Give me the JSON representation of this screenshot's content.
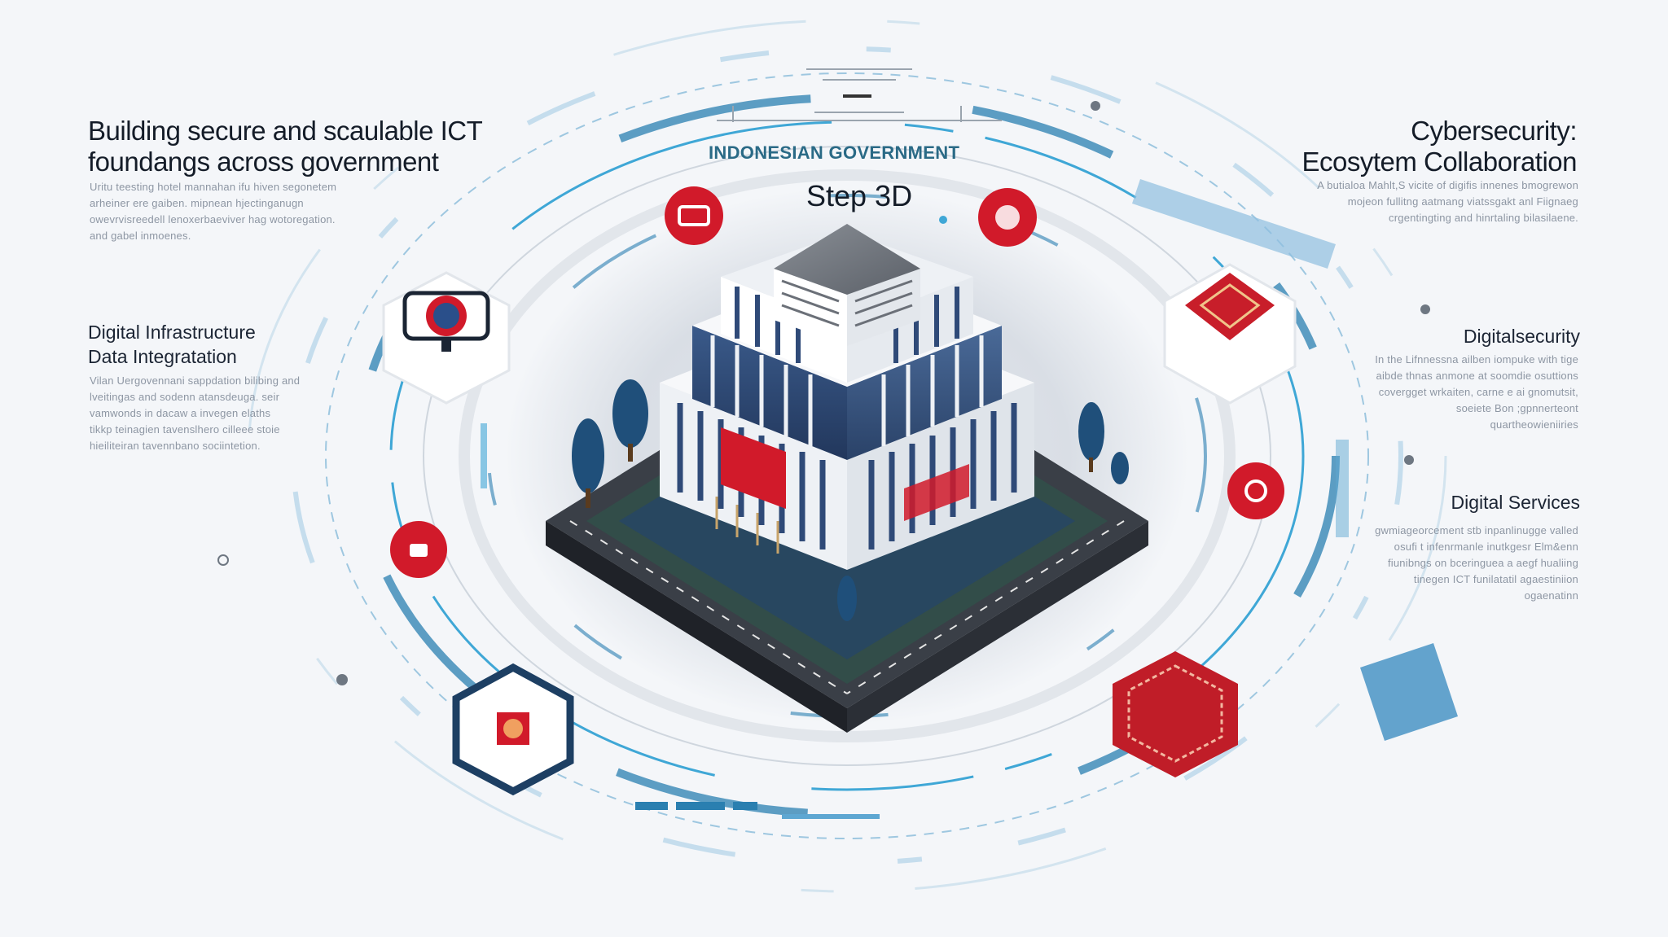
{
  "header": {
    "kicker": "INDONESIAN GOVERNMENT",
    "step": "Step 3D"
  },
  "left": {
    "headline_1": "Building secure and scaulable ICT",
    "headline_2": "foundangs across government",
    "intro_lines": [
      "Uritu teesting hotel mannahan ifu hiven segonetem",
      "arheiner ere gaiben. mipnean hjectinganugn",
      "owevrvisreedell lenoxerbaeviver hag wotoregation.",
      "and gabel inmoenes."
    ],
    "section_title_1": "Digital Infrastructure",
    "section_title_2": "Data Integratation",
    "section_lines": [
      "Vilan Uergovennani sappdation bilibing and",
      "lveitingas and sodenn atansdeuga. seir",
      "vamwonds in dacaw a invegen elaths",
      "tikkp teinagien tavenslhero cilleee stoie",
      "hieiliteiran tavennbano sociintetion."
    ]
  },
  "right": {
    "headline_1": "Cybersecurity:",
    "headline_2": "Ecosytem Collaboration",
    "intro_lines": [
      "A butialoa Mahlt,S vicite of digifis innenes bmogrewon",
      "mojeon fullitng aatmang viatssgakt anl Fiignaeg",
      "crgentingting and hinrtaling bilasilaene."
    ],
    "section_a_title": "Digitalsecurity",
    "section_a_lines": [
      "In the Lifnnessna ailben iompuke with tige",
      "aibde thnas anmone at soomdie osuttions",
      "covergget wrkaiten, carne e ai gnomutsit,",
      "soeiete Bon ;gpnnerteont",
      "quartheowieniiries"
    ],
    "section_b_title": "Digital Services",
    "section_b_lines": [
      "gwmiageorcement stb inpanlinugge valled",
      "osufi t infenrmanle inutkgesr Elm&enn",
      "fiunibngs on bceringuea a aegf hualiing",
      "tinegen ICT funilatatil agaestiniion",
      "ogaenatinn"
    ]
  },
  "colors": {
    "background": "#f4f6f9",
    "accent_blue": "#2a7fb0",
    "accent_cyan": "#3fa7d6",
    "accent_red": "#d11a2a",
    "building_white": "#f7f8fa",
    "building_glass": "#2f4a78",
    "base_dark": "#2b2f36",
    "tree_blue": "#1f4f7a"
  },
  "icons": [
    "emblem-icon",
    "ornament-icon",
    "batik-icon",
    "shield-icon",
    "globe-icon",
    "device-icon"
  ]
}
